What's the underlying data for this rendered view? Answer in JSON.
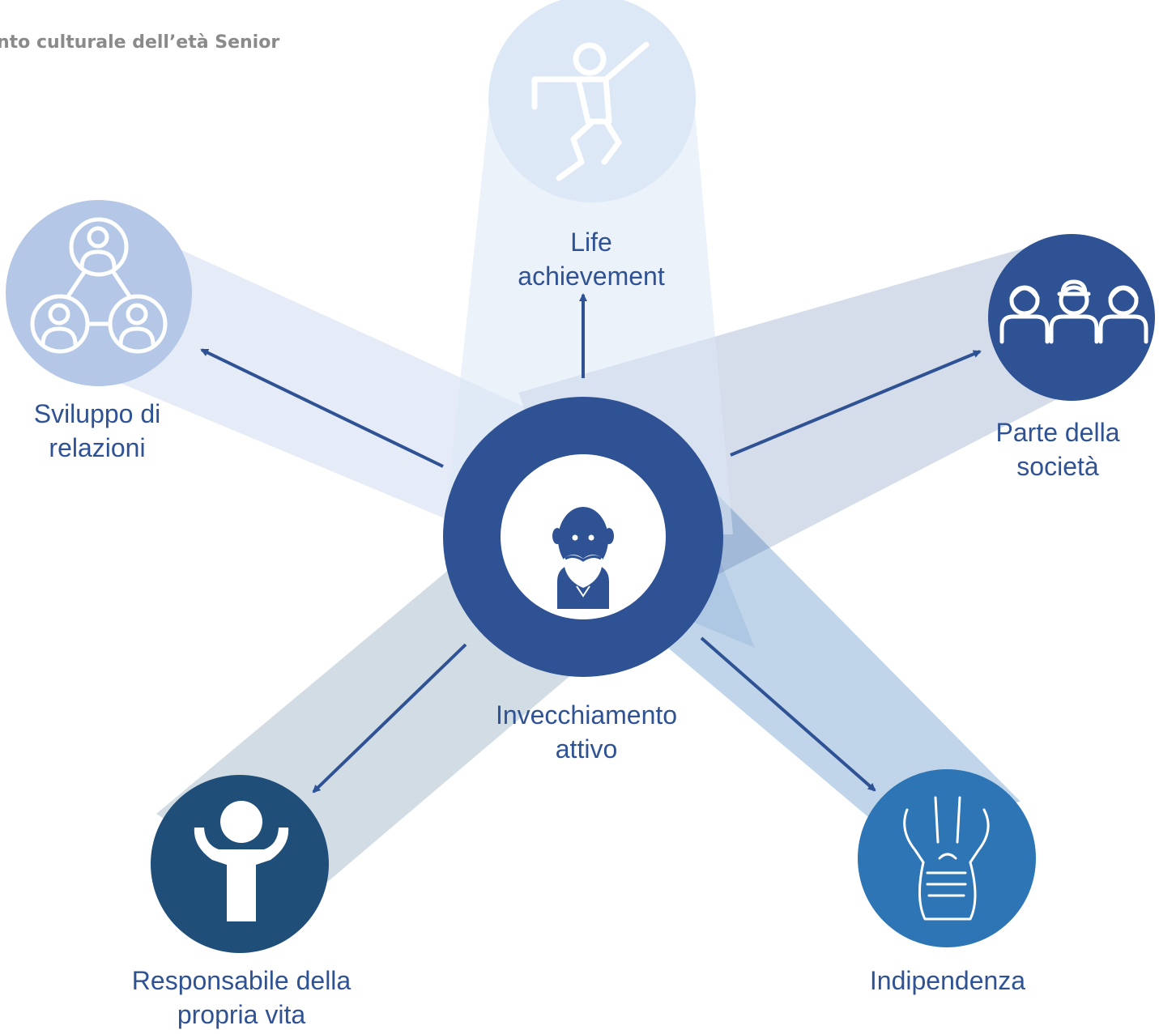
{
  "title": "nto culturale dell’età Senior",
  "center": {
    "line1": "Invecchiamento",
    "line2": "attivo",
    "icon": "elderly-man-icon"
  },
  "nodes": [
    {
      "id": "life-achievement",
      "line1": "Life",
      "line2": "achievement",
      "icon": "jumping-person-icon"
    },
    {
      "id": "parte-della-societa",
      "line1": "Parte della",
      "line2": "società",
      "icon": "group-of-people-icon"
    },
    {
      "id": "indipendenza",
      "line1": "Indipendenza",
      "line2": "",
      "icon": "tying-shoelaces-icon"
    },
    {
      "id": "responsabile-della-propria-vita",
      "line1": "Responsabile della",
      "line2": "propria vita",
      "icon": "strong-person-icon"
    },
    {
      "id": "sviluppo-di-relazioni",
      "line1": "Sviluppo di",
      "line2": "relazioni",
      "icon": "network-people-icon"
    }
  ],
  "colors": {
    "center": "#2f5294",
    "life_achievement": "#dce8f6",
    "parte_della_societa": "#2f5294",
    "indipendenza": "#2e75b6",
    "responsabile": "#1f4e79",
    "sviluppo": "#b4c7e7",
    "arrow": "#2f5294",
    "text": "#2f5294"
  }
}
